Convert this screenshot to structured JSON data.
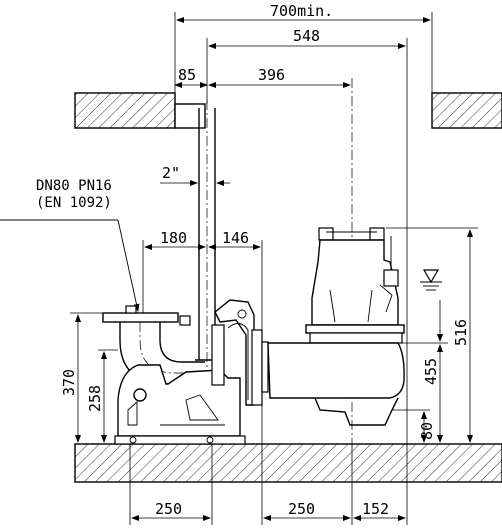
{
  "flange_label": {
    "line1": "DN80 PN16",
    "line2": "(EN 1092)"
  },
  "dimensions": {
    "top_overall": "700min.",
    "top_secondary": "548",
    "left_offset": "85",
    "pump_offset": "396",
    "pipe_size": "2\"",
    "flange_left": "180",
    "flange_right": "146",
    "height_total": "516",
    "height_outlet": "455",
    "height_base": "80",
    "height_flange": "370",
    "height_inlet": "258",
    "bottom_left": "250",
    "bottom_mid": "250",
    "bottom_right": "152"
  },
  "symbols": {
    "water_level": "water-level-marker"
  }
}
